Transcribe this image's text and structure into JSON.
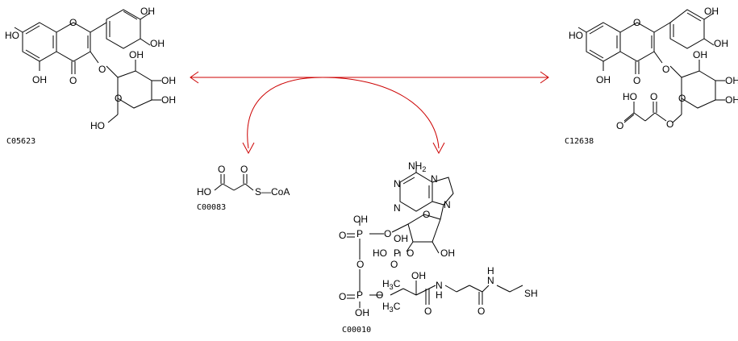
{
  "compounds": [
    {
      "id": "C05623"
    },
    {
      "id": "C12638"
    },
    {
      "id": "C00083"
    },
    {
      "id": "C00010"
    }
  ],
  "reaction_color": "#cc0000",
  "atoms": {
    "oh": "OH",
    "ho": "HO",
    "o": "O",
    "n": "N",
    "h": "H",
    "nh2": "NH",
    "sub2": "2",
    "p": "P",
    "s_coa": "S—CoA",
    "sh": "SH",
    "h3c": "H",
    "sub3": "3",
    "c": "C"
  }
}
